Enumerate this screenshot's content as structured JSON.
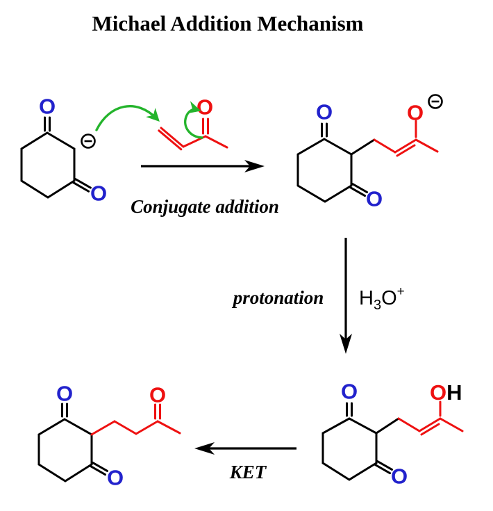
{
  "title": "Michael Addition Mechanism",
  "colors": {
    "black": "#000000",
    "blue_oxygen": "#2222cc",
    "red_fragment": "#ee1111",
    "green_arrow": "#24b42c"
  },
  "atoms": {
    "O": "O",
    "H": "H"
  },
  "charges": {
    "minus_symbol": "⊖",
    "plus": "+"
  },
  "steps": {
    "conjugate_addition": "Conjugate addition",
    "protonation": "protonation",
    "ket": "KET"
  },
  "reagent_h3o": {
    "H": "H",
    "three": "3",
    "O": "O",
    "plus": "+"
  }
}
